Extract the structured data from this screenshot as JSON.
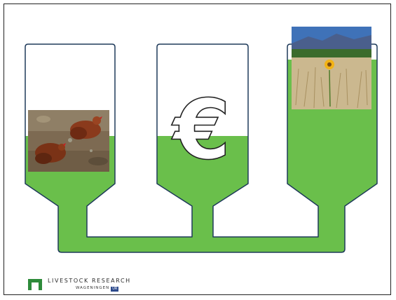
{
  "symbol": "€",
  "brand": {
    "name": "LIVESTOCK RESEARCH",
    "sub": "WAGENINGEN",
    "badge": "UR"
  },
  "colors": {
    "fill": "#6abf4b",
    "outline": "#1e3a5a",
    "logo": "#2e8b3a"
  }
}
